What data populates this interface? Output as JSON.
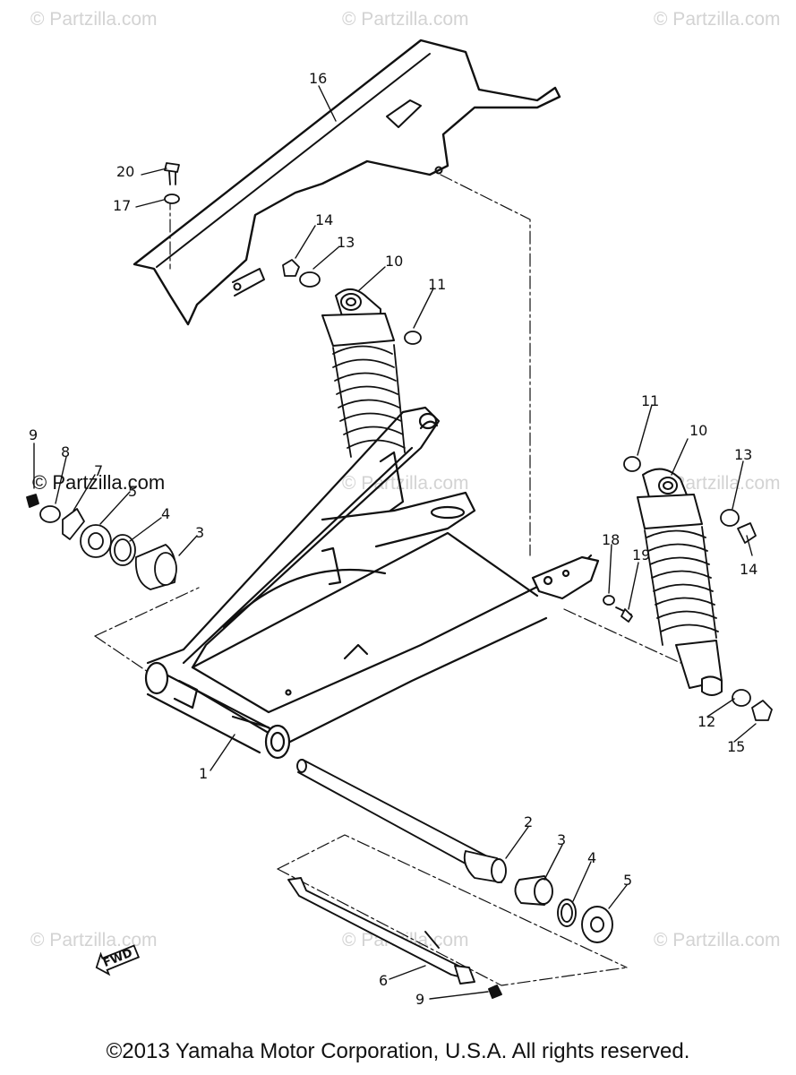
{
  "watermark": {
    "text": "© Partzilla.com",
    "dark_text": "© Partzilla.com"
  },
  "callouts": [
    "16",
    "20",
    "17",
    "14",
    "13",
    "10",
    "11",
    "11",
    "10",
    "13",
    "14",
    "9",
    "8",
    "7",
    "5",
    "4",
    "3",
    "18",
    "19",
    "1",
    "12",
    "15",
    "2",
    "3",
    "4",
    "5",
    "6",
    "9"
  ],
  "fwd_label": "FWD",
  "copyright": "©2013 Yamaha Motor Corporation, U.S.A. All rights reserved.",
  "colors": {
    "line": "#111111",
    "watermark": "#d3d3d3",
    "background": "#ffffff"
  }
}
